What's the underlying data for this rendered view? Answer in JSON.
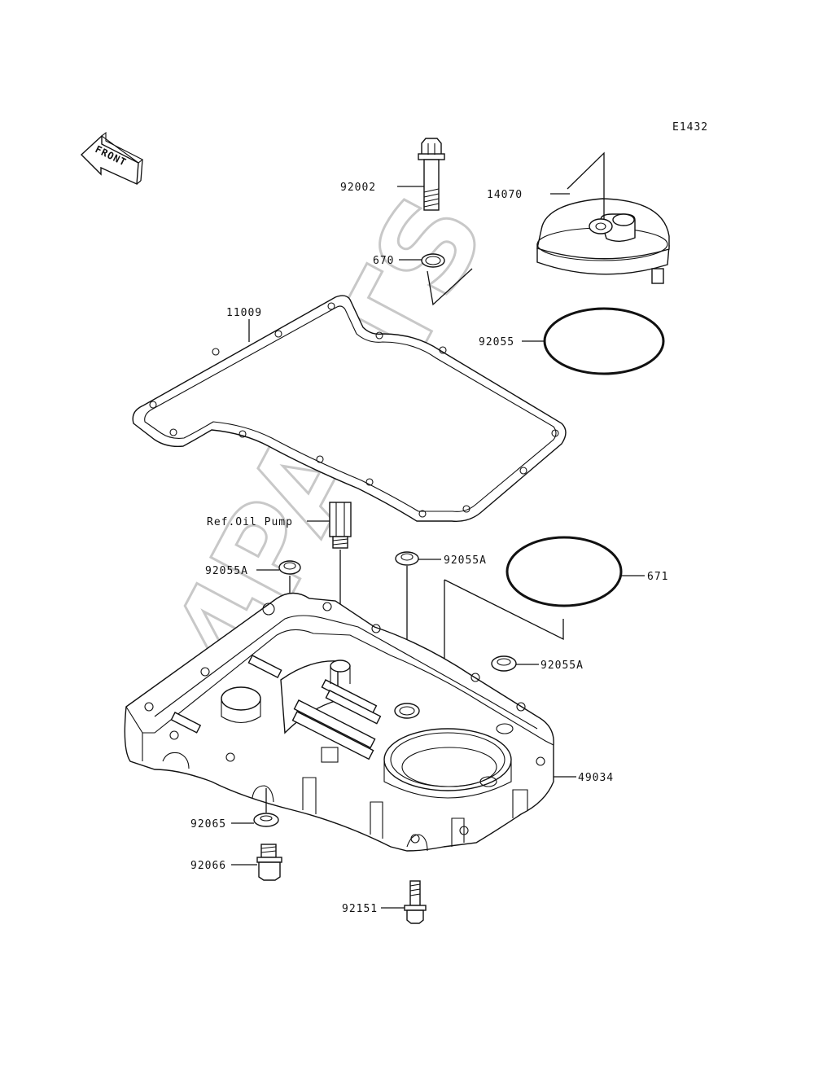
{
  "diagram_code": "E1432",
  "front_label": "FRONT",
  "watermark": "4PARTS",
  "callouts": [
    {
      "id": "92002",
      "text": "92002"
    },
    {
      "id": "670",
      "text": "670"
    },
    {
      "id": "14070",
      "text": "14070"
    },
    {
      "id": "11009",
      "text": "11009"
    },
    {
      "id": "92055",
      "text": "92055"
    },
    {
      "id": "ref-oil-pump",
      "text": "Ref.Oil Pump"
    },
    {
      "id": "92055A-left",
      "text": "92055A"
    },
    {
      "id": "92055A-center",
      "text": "92055A"
    },
    {
      "id": "671",
      "text": "671"
    },
    {
      "id": "92055A-right",
      "text": "92055A"
    },
    {
      "id": "49034",
      "text": "49034"
    },
    {
      "id": "92065",
      "text": "92065"
    },
    {
      "id": "92066",
      "text": "92066"
    },
    {
      "id": "92151",
      "text": "92151"
    }
  ]
}
